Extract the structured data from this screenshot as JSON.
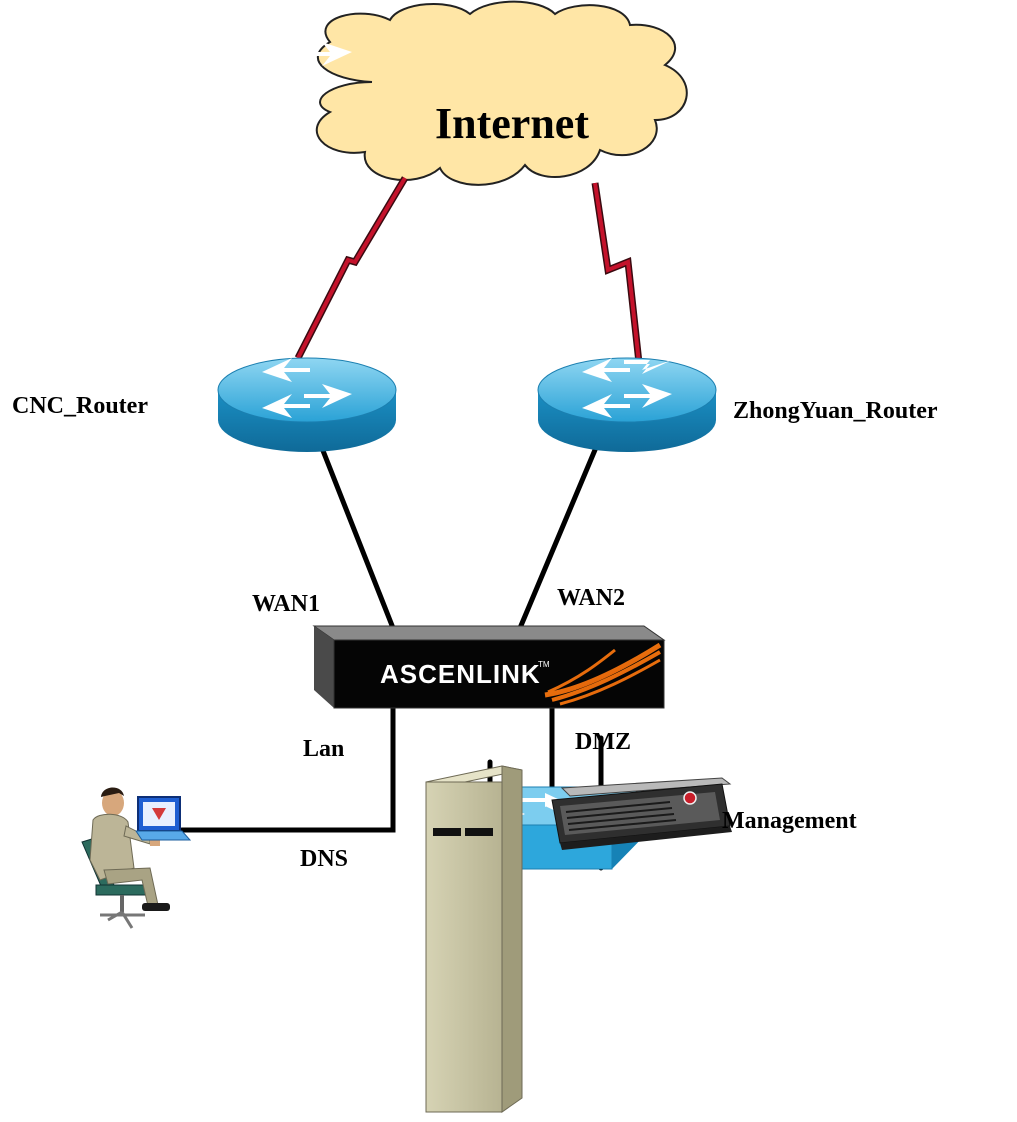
{
  "labels": {
    "internet": "Internet",
    "cnc_router": "CNC_Router",
    "zhongyuan_router": "ZhongYuan_Router",
    "wan1": "WAN1",
    "wan2": "WAN2",
    "lan": "Lan",
    "dmz": "DMZ",
    "dns": "DNS",
    "management": "Management"
  },
  "device": {
    "brand": "ASCENLINK",
    "trademark": "TM"
  },
  "colors": {
    "cloud_fill": "#ffe6a6",
    "router_blue": "#2ea4d6",
    "serial_link": "#c4122b",
    "cable": "#000000",
    "switch_blue": "#2da7dc",
    "server_beige": "#c8c4a2"
  }
}
